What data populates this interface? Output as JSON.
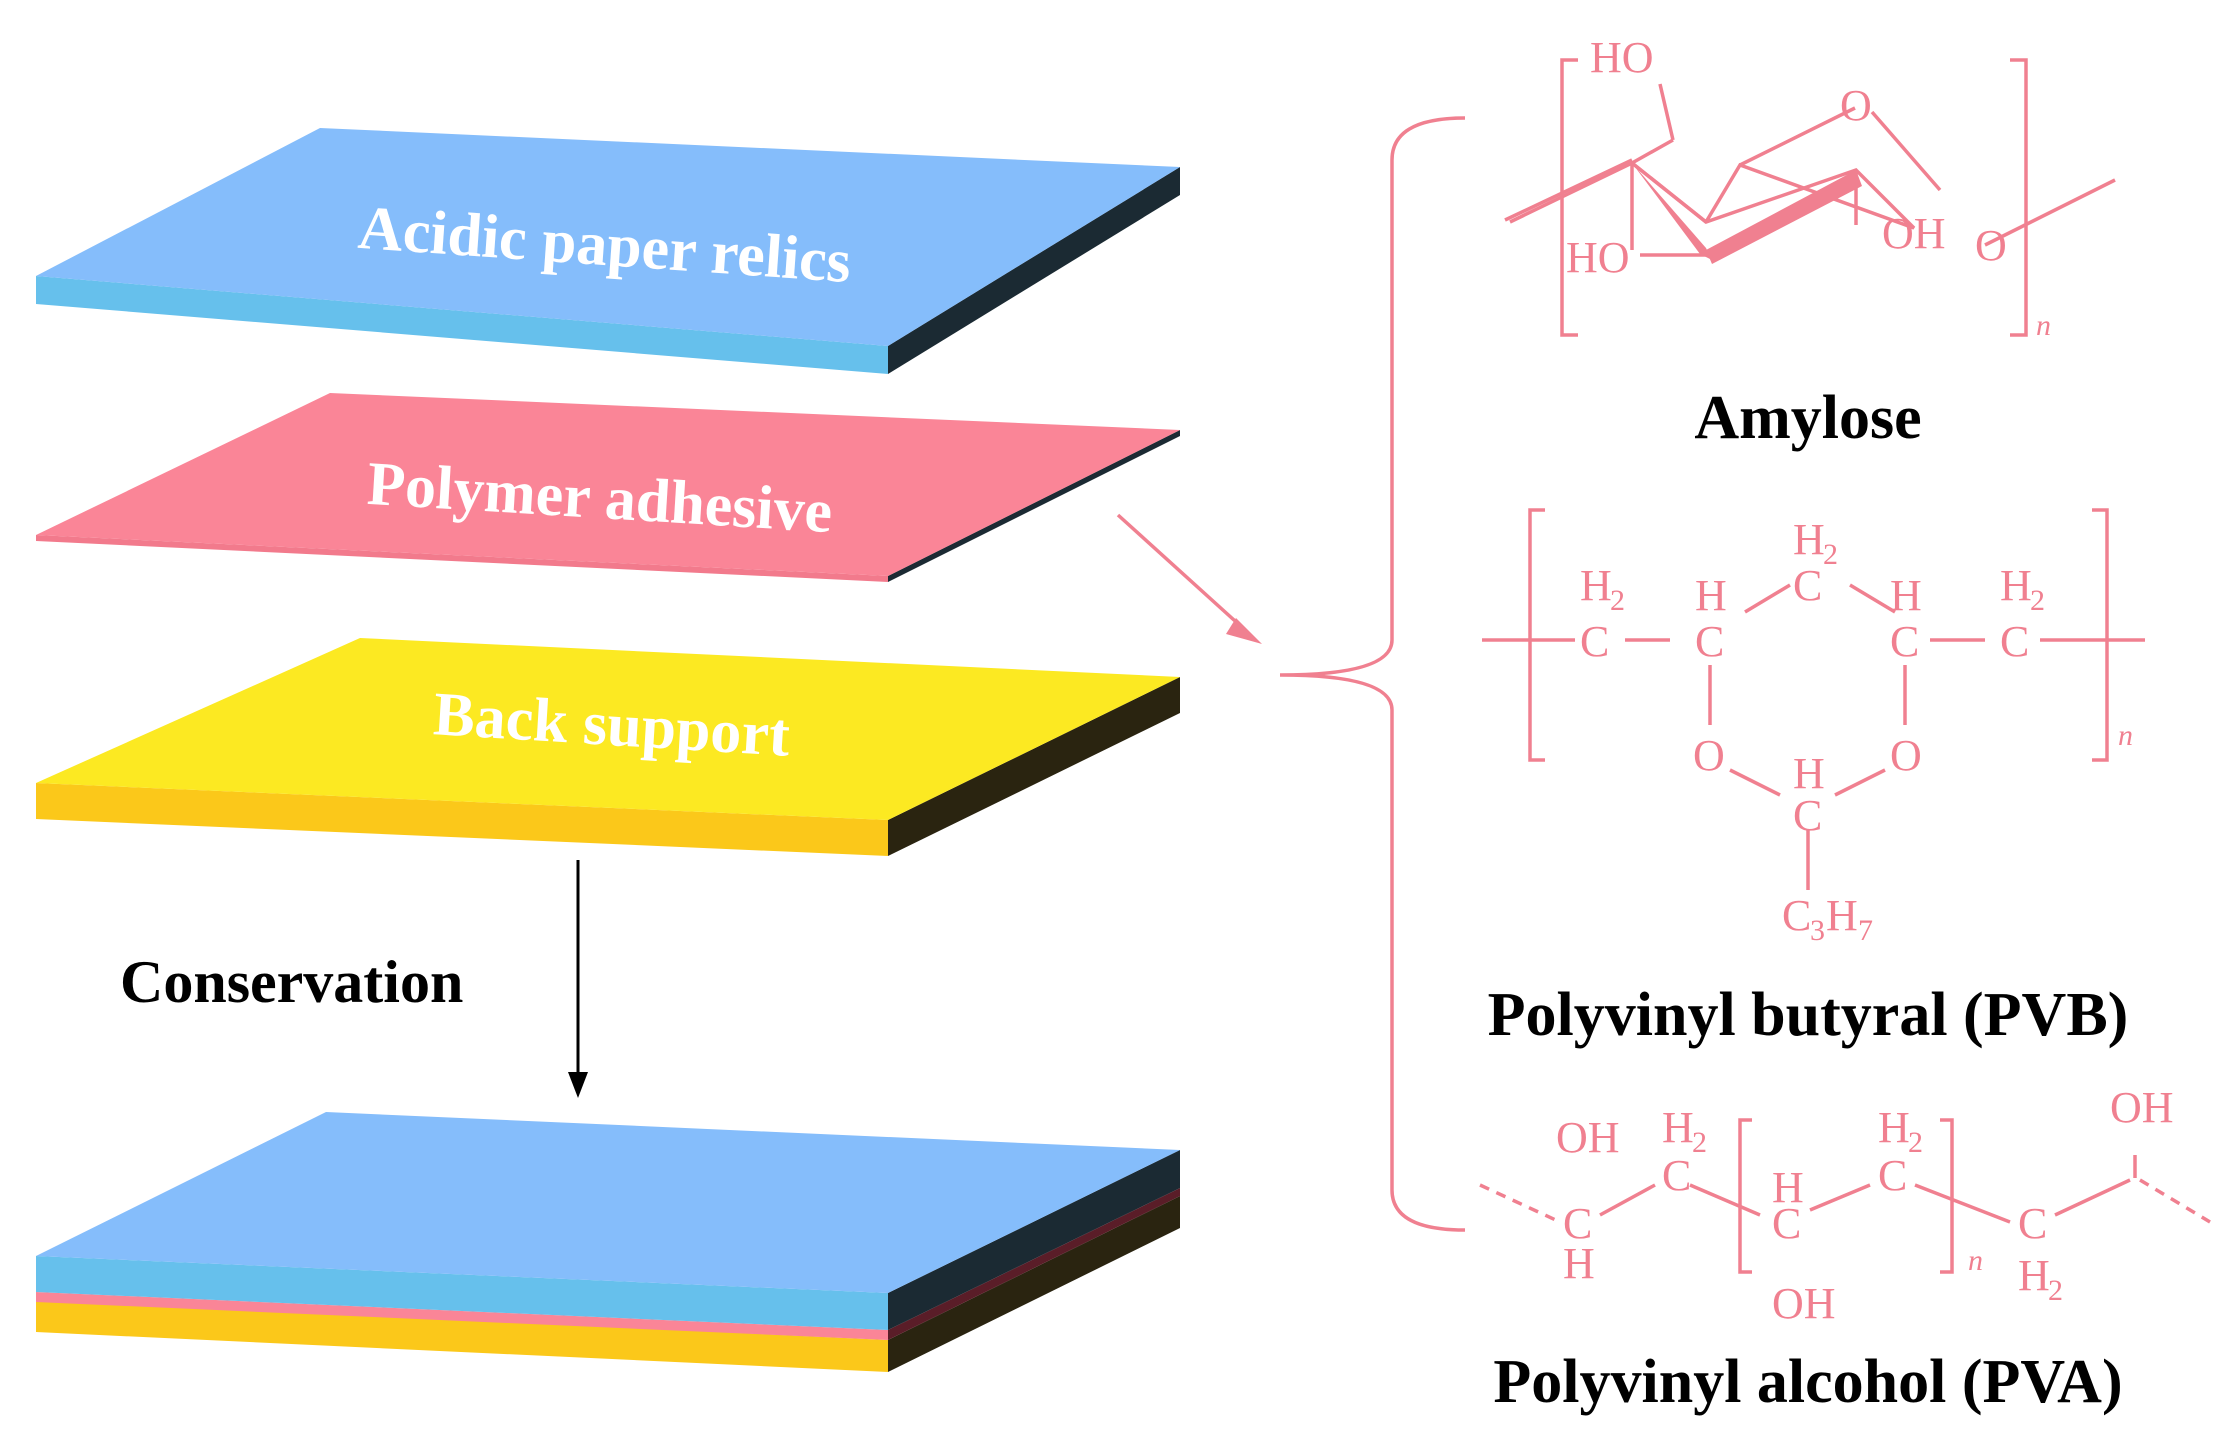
{
  "layers": {
    "top": "Acidic paper relics",
    "middle": "Polymer adhesive",
    "bottom": "Back support"
  },
  "process": {
    "arrow_label": "Conservation"
  },
  "polymers": {
    "amylose": {
      "name": "Amylose"
    },
    "pvb": {
      "name": "Polyvinyl butyral (PVB)"
    },
    "pva": {
      "name": "Polyvinyl alcohol (PVA)"
    }
  },
  "chem_labels": {
    "HO": "HO",
    "OH": "OH",
    "O": "O",
    "H": "H",
    "C": "C",
    "H2": "H",
    "sub2": "2",
    "sub3": "3",
    "sub7": "7",
    "n": "n"
  },
  "colors": {
    "paper_top": "#85bdfb",
    "paper_side": "#66c0ec",
    "adhesive": "#fa8597",
    "support_top": "#fce922",
    "support_side": "#fbc81a",
    "edge_dark": "#1b2a33",
    "chem_pink": "#f08090"
  }
}
